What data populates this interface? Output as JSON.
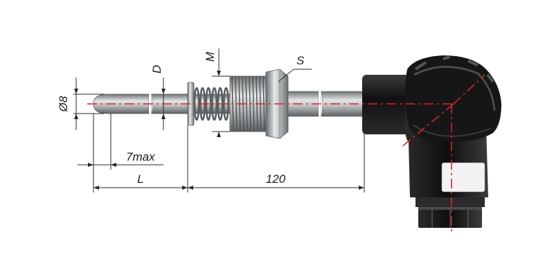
{
  "dimensions": {
    "diameter_label": "Ø8",
    "d_label": "D",
    "m_label": "M",
    "s_label": "S",
    "tip_label": "7max",
    "l_label": "L",
    "length_label": "120"
  },
  "colors": {
    "centerline": "#d8242a",
    "dimension_line": "#2a2a2a",
    "steel_dark": "#6e7274",
    "steel_light": "#e4e6e7",
    "head_body": "#1c1c1c"
  }
}
